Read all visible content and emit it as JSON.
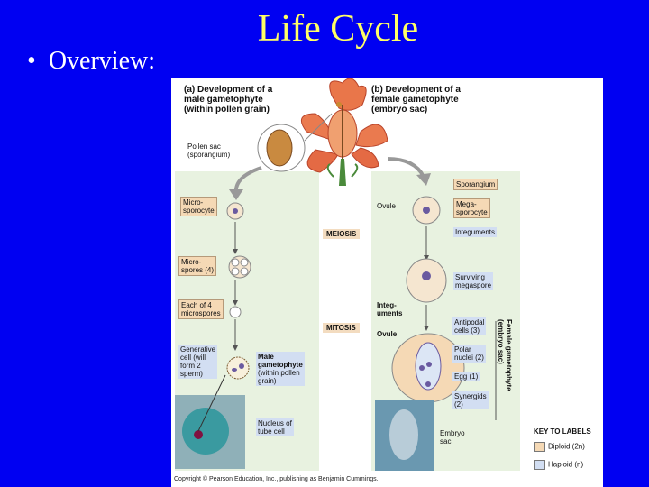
{
  "slide": {
    "title": "Life Cycle",
    "bullet": "Overview:"
  },
  "figure": {
    "panel_a_title": "(a) Development of a\nmale gametophyte\n(within pollen grain)",
    "panel_b_title": "(b) Development of a\nfemale gametophyte\n(embryo sac)",
    "pollen_sac": "Pollen sac\n(sporangium)",
    "microsporocyte": "Micro-\nsporocyte",
    "microspores": "Micro-\nspores (4)",
    "each_of_4": "Each of 4\nmicrospores",
    "generative_cell": "Generative\ncell (will\nform 2\nsperm)",
    "male_gametophyte_bold": "Male\ngametophyte",
    "male_gametophyte_sub": "(within pollen\ngrain)",
    "nucleus_tube": "Nucleus of\ntube cell",
    "meiosis": "MEIOSIS",
    "mitosis": "MITOSIS",
    "sporangium": "Sporangium",
    "ovule_top": "Ovule",
    "megasporocyte": "Mega-\nsporocyte",
    "integuments": "Integuments",
    "surviving_megaspore": "Surviving\nmegaspore",
    "integuments_2": "Integ-\numents",
    "ovule_2": "Ovule",
    "antipodal": "Antipodal\ncells (3)",
    "polar_nuclei": "Polar\nnuclei (2)",
    "egg": "Egg (1)",
    "synergids": "Synergids\n(2)",
    "embryo_sac": "Embryo\nsac",
    "female_gametophyte_vertical": "Female gametophyte\n(embryo sac)",
    "key_title": "KEY TO LABELS",
    "key_diploid": "Diploid (2n)",
    "key_haploid": "Haploid (n)",
    "copyright": "Copyright © Pearson Education, Inc., publishing as Benjamin Cummings."
  },
  "colors": {
    "slide_bg": "#0000f2",
    "title": "#ffff66",
    "diploid": "#f5d9b5",
    "haploid": "#d2def2",
    "green_panel": "#e8f2e0"
  }
}
